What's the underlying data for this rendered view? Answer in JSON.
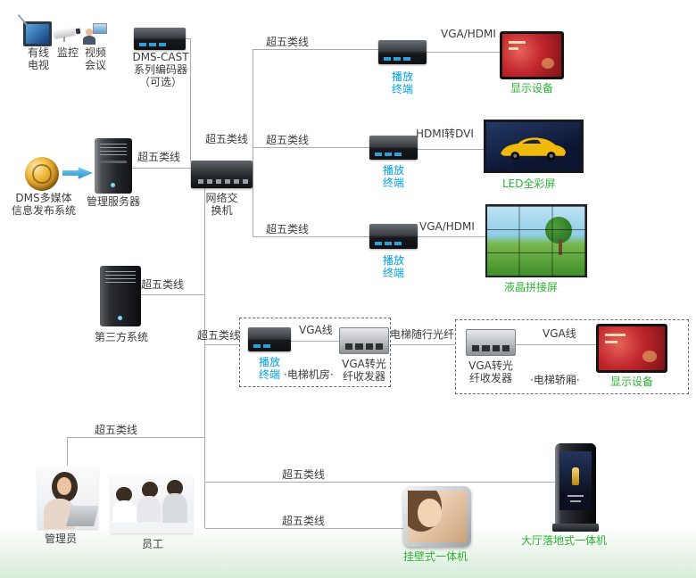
{
  "edges": {
    "cat5": "超五类线",
    "vga_hdmi": "VGA/HDMI",
    "hdmi_to_dvi": "HDMI转DVI",
    "vga": "VGA线",
    "elevator_fiber": "电梯随行光纤"
  },
  "nodes": {
    "cable_tv": [
      "有线",
      "电视"
    ],
    "surveillance": "监控",
    "video_conf": [
      "视频",
      "会议"
    ],
    "encoder": [
      "DMS-CAST",
      "系列编码器",
      "（可选）"
    ],
    "dms_system": [
      "DMS多媒体",
      "信息发布系统"
    ],
    "mgmt_server": "管理服务器",
    "network_switch": [
      "网络交",
      "换机"
    ],
    "third_party": "第三方系统",
    "playback_terminal": [
      "播放",
      "终端"
    ],
    "display_device": "显示设备",
    "led_screen": "LED全彩屏",
    "lcd_wall": "液晶拼接屏",
    "fiber_transceiver": [
      "VGA转光",
      "纤收发器"
    ],
    "elevator_room": "·电梯机房·",
    "elevator_car": "·电梯轿厢·",
    "admin": "管理员",
    "staff": "员工",
    "wall_unit": "挂壁式一体机",
    "lobby_unit": "大厅落地式一体机"
  },
  "colors": {
    "terminal_label": "#00a0e9",
    "device_label": "#2eb335",
    "line": "#ababab"
  }
}
